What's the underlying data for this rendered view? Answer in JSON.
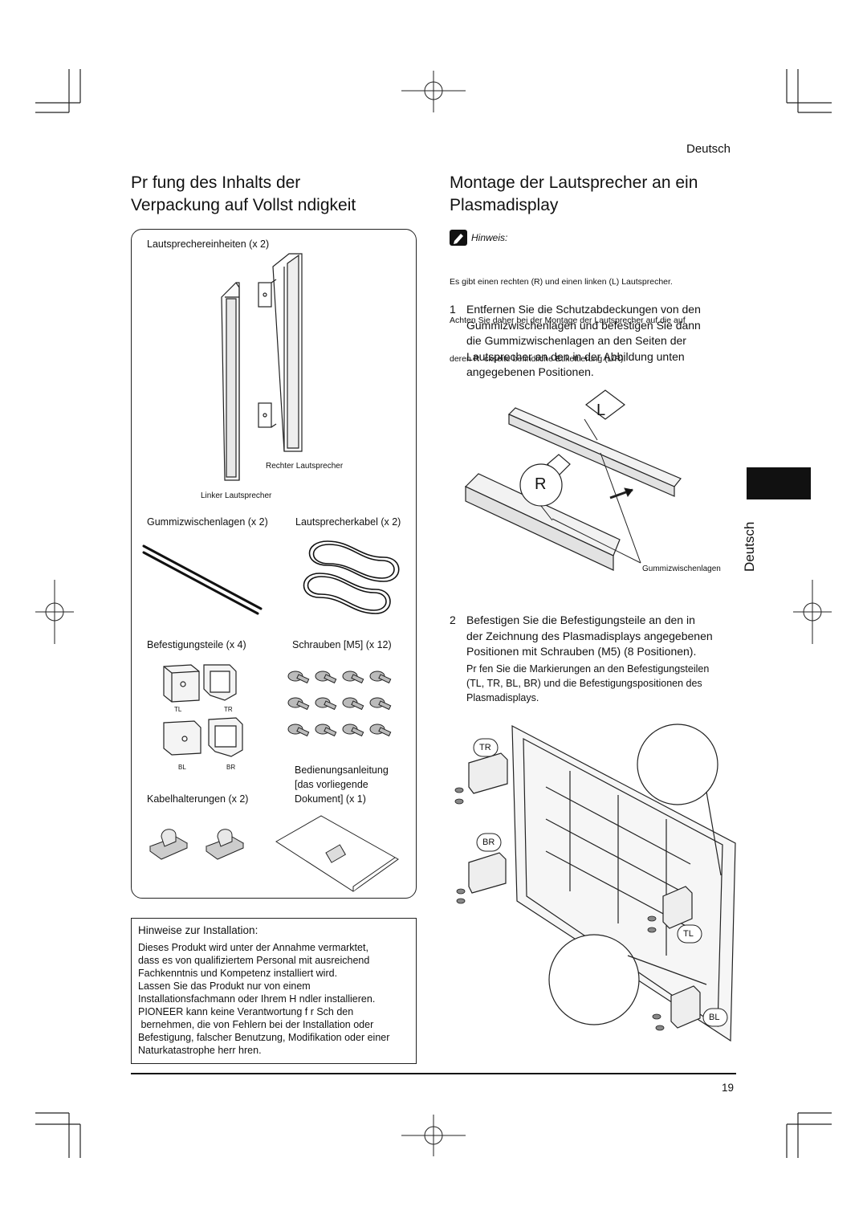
{
  "header": {
    "language": "Deutsch"
  },
  "left": {
    "title_line1": "Pr fung des Inhalts der",
    "title_line2": "Verpackung auf Vollst ndigkeit",
    "contents": {
      "speakers_label": "Lautsprechereinheiten (x 2)",
      "right_speaker": "Rechter Lautsprecher",
      "left_speaker": "Linker Lautsprecher",
      "pads_label": "Gummizwischenlagen (x 2)",
      "cables_label": "Lautsprecherkabel (x 2)",
      "brackets_label": "Befestigungsteile (x 4)",
      "screws_label": "Schrauben [M5] (x 12)",
      "bracket_codes": [
        "TL",
        "TR",
        "BL",
        "BR"
      ],
      "manual_line1": "Bedienungsanleitung",
      "manual_line2": "[das vorliegende",
      "manual_line3": "Dokument] (x 1)",
      "clamps_label": "Kabelhalterungen (x 2)"
    },
    "notes": {
      "title": "Hinweise zur Installation:",
      "lines": [
        "Dieses Produkt wird unter der Annahme vermarktet,",
        "dass es von qualifiziertem Personal mit ausreichend",
        "Fachkenntnis und Kompetenz installiert wird.",
        "Lassen Sie das Produkt nur von einem",
        "Installationsfachmann oder Ihrem H ndler installieren.",
        "PIONEER kann keine Verantwortung f r Sch den",
        " bernehmen, die von Fehlern bei der Installation oder",
        "Befestigung, falscher Benutzung, Modifikation oder einer",
        "Naturkatastrophe herr hren."
      ]
    }
  },
  "right": {
    "title_line1": "Montage der Lautsprecher an ein",
    "title_line2": "Plasmadisplay",
    "hint_label": "Hinweis:",
    "hint_lines": [
      "Es gibt einen rechten (R) und einen linken (L) Lautsprecher.",
      "Achten Sie daher bei der Montage der Lautsprecher auf die auf",
      "deren R  ckseite befindliche Etikettierung (L/R)."
    ],
    "step1_number": "1",
    "step1_lines": [
      "Entfernen Sie die Schutzabdeckungen von den",
      "Gummizwischenlagen und befestigen Sie dann",
      "die Gummizwischenlagen an den Seiten der",
      "Lautsprecher an den in der Abbildung unten",
      "angegebenen Positionen."
    ],
    "figure1": {
      "letter_l": "L",
      "letter_r": "R",
      "callout": "Gummizwischenlagen"
    },
    "step2_number": "2",
    "step2_lines": [
      "Befestigen Sie die Befestigungsteile an den in",
      "der Zeichnung des Plasmadisplays angegebenen",
      "Positionen mit Schrauben (M5) (8 Positionen)."
    ],
    "step2_sub_lines": [
      "Pr fen Sie die Markierungen an den Befestigungsteilen",
      "(TL, TR, BL, BR) und die Befestigungspositionen des",
      "Plasmadisplays."
    ],
    "figure2": {
      "tags": [
        "TR",
        "BR",
        "TL",
        "BL"
      ]
    }
  },
  "side_tab": {
    "label": "Deutsch",
    "color": "#111111"
  },
  "footer": {
    "page_number": "19"
  }
}
